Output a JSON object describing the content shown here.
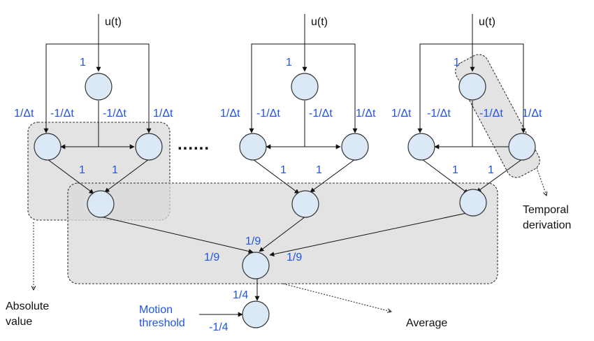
{
  "input_label": "u(t)",
  "weights": {
    "input": "1",
    "pos_dt": "1/Δt",
    "neg_dt": "-1/Δt",
    "abs": "1",
    "avg": "1/9",
    "quarter": "1/4",
    "neg_quarter": "-1/4"
  },
  "ellipsis": "......",
  "annotations": {
    "temporal_line1": "Temporal",
    "temporal_line2": "derivation",
    "absolute_line1": "Absolute",
    "absolute_line2": "value",
    "average": "Average",
    "motion_line1": "Motion",
    "motion_line2": "threshold"
  },
  "colors": {
    "node_fill": "#dbe9f7",
    "group_fill": "#d9d9d9",
    "weight_text": "#2055e0"
  }
}
